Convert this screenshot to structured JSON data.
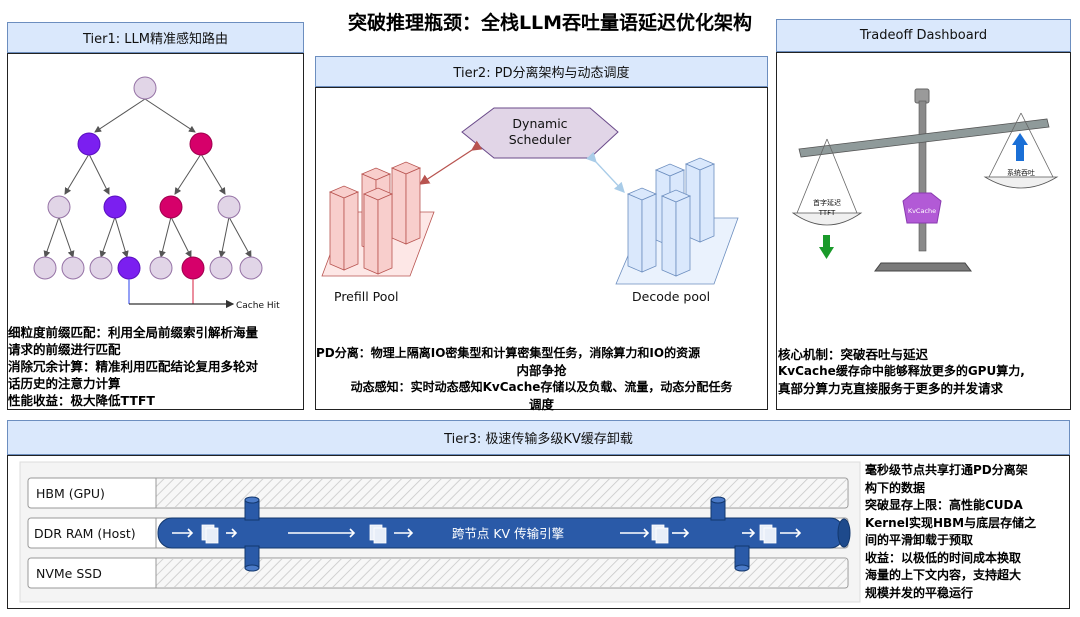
{
  "title": "突破推理瓶颈：全栈LLM吞吐量语延迟优化架构",
  "tier1": {
    "header": "Tier1: LLM精准感知路由",
    "cache_hit_label": "Cache Hit",
    "desc": [
      "细粒度前缀匹配：利用全局前缀索引解析海量",
      "请求的前缀进行匹配",
      "消除冗余计算：精准利用匹配结论复用多轮对",
      "话历史的注意力计算",
      "性能收益：极大降低TTFT"
    ]
  },
  "tier2": {
    "header": "Tier2: PD分离架构与动态调度",
    "scheduler_line1": "Dynamic",
    "scheduler_line2": "Scheduler",
    "prefill_label": "Prefill Pool",
    "decode_label": "Decode pool",
    "desc": [
      "PD分离：物理上隔离IO密集型和计算密集型任务，消除算力和IO的资源",
      "内部争抢",
      "动态感知：实时动态感知KvCache存储以及负载、流量，动态分配任务",
      "调度"
    ]
  },
  "dashboard": {
    "header": "Tradeoff Dashboard",
    "left_pan_line1": "首字延迟",
    "left_pan_line2": "TTFT",
    "right_pan": "系统吞吐",
    "fulcrum": "KvCache",
    "desc": [
      "核心机制：突破吞吐与延迟",
      "KvCache缓存命中能够释放更多的GPU算力,",
      "真部分算力克直接服务于更多的并发请求"
    ],
    "colors": {
      "down_arrow": "#1a9a2a",
      "up_arrow": "#1a6fd6",
      "fulcrum": "#b25ad6"
    }
  },
  "tier3": {
    "header": "Tier3: 极速传输多级KV缓存卸载",
    "hbm": "HBM (GPU)",
    "ddr": "DDR RAM (Host)",
    "nvme": "NVMe SSD",
    "pipe_label": "跨节点 KV 传输引擎",
    "desc": [
      "毫秒级节点共享打通PD分离架",
      "构下的数据",
      "突破显存上限：高性能CUDA",
      "Kernel实现HBM与底层存储之",
      "间的平滑卸载于预取",
      "收益：以极低的时间成本换取",
      "海量的上下文内容，支持超大",
      "规模并发的平稳运行"
    ],
    "colors": {
      "pipe": "#2a5aa8"
    }
  },
  "colors": {
    "header_fill": "#dae8fc",
    "tree_light": "#e1d5e7",
    "tree_purple": "#7b1ff0",
    "tree_pink": "#d6006a",
    "prefill": "#f8cecc",
    "decode": "#dae8fc"
  }
}
